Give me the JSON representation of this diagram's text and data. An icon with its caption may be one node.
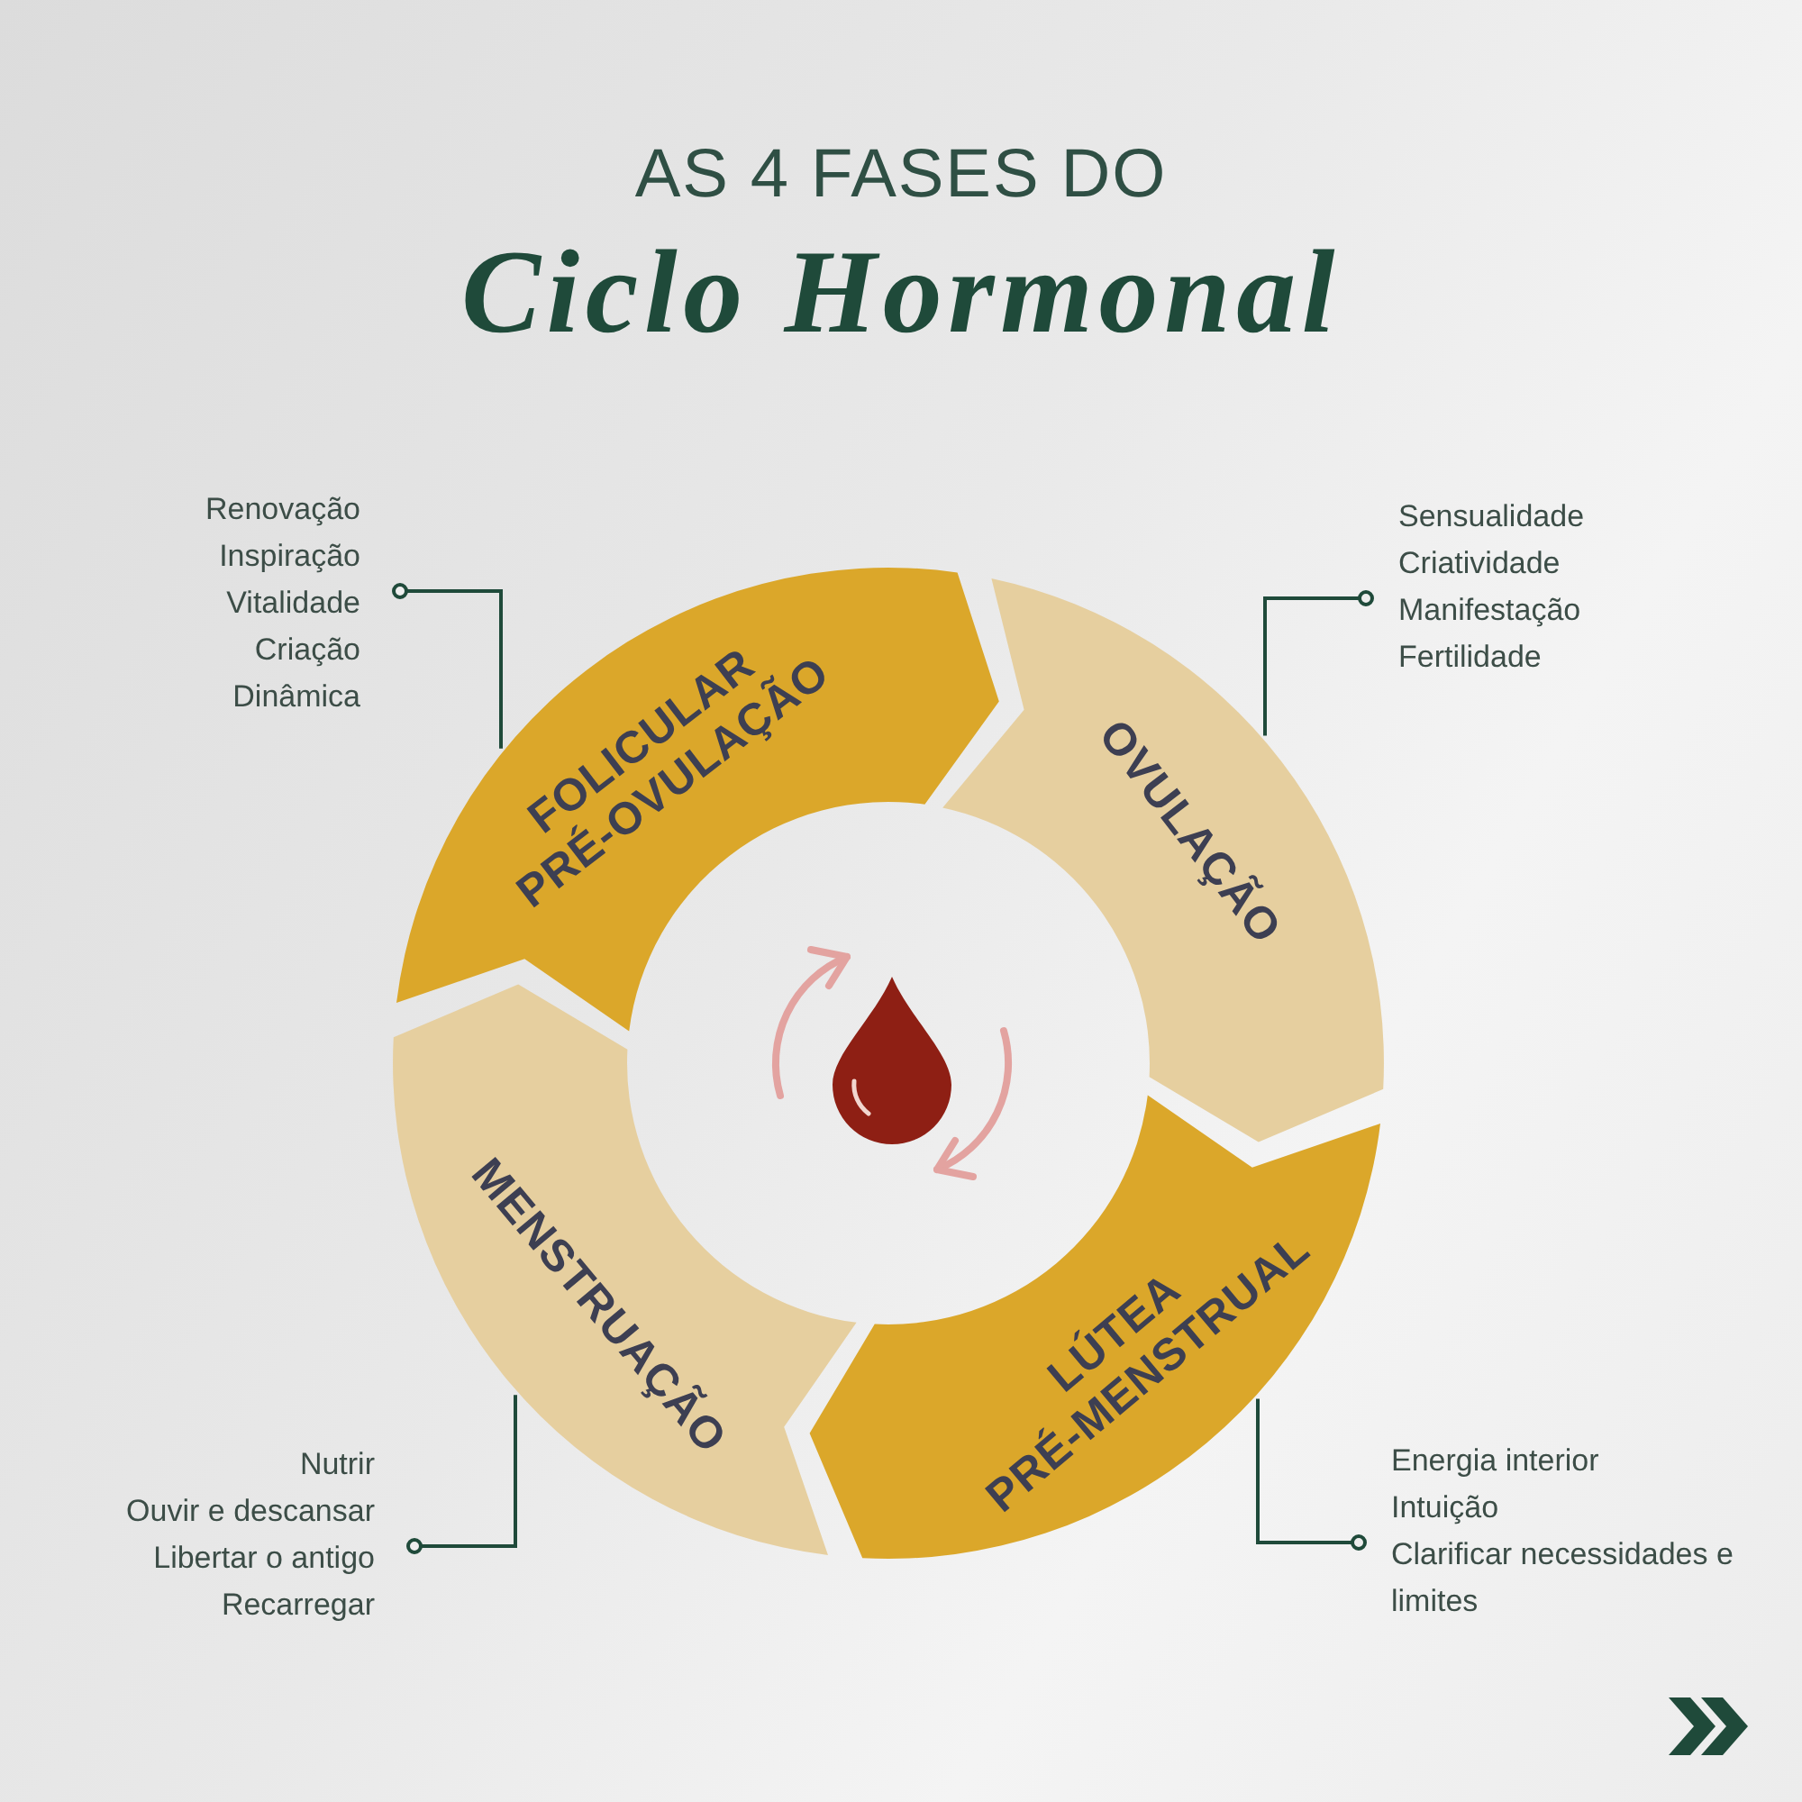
{
  "diagram": {
    "title": "Ciclo Hormonal",
    "nodes": [
      {
        "text": [
          "Renovação",
          "Inspiração",
          "Vitalidade",
          "Criação",
          "Dinâmica"
        ]
      },
      {
        "text": [
          "Sensualidade",
          "Criatividade",
          "Manifestação",
          "Fertilidade"
        ]
      },
      {
        "text": [
          "FOLICULAR",
          "PRÉ-OVULAÇÃO"
        ]
      },
      {
        "text": [
          "OVULAÇÃO"
        ]
      },
      {
        "text": [
          "MENSTRUAÇÃO"
        ]
      },
      {
        "text": [
          "LÚTEA",
          "PRÉ-MENSTRUAL"
        ]
      },
      {
        "text": [
          "Nutrir",
          "Ouvir e descansar",
          "Libertar o antigo",
          "Recarregar"
        ]
      },
      {
        "text": [
          "Energia interior",
          "Intuição",
          "Clarificar necessidades e limites"
        ]
      }
    ],
    "edges": [
      {
        "from": 0,
        "to": 2,
        "arrow": "other"
      },
      {
        "from": 1,
        "to": 3,
        "arrow": "other"
      },
      {
        "from": 6,
        "to": 4,
        "arrow": "other"
      },
      {
        "from": 7,
        "to": 5,
        "arrow": "other"
      }
    ],
    "labels": [
      "AS 4 FASES DO"
    ]
  }
}
